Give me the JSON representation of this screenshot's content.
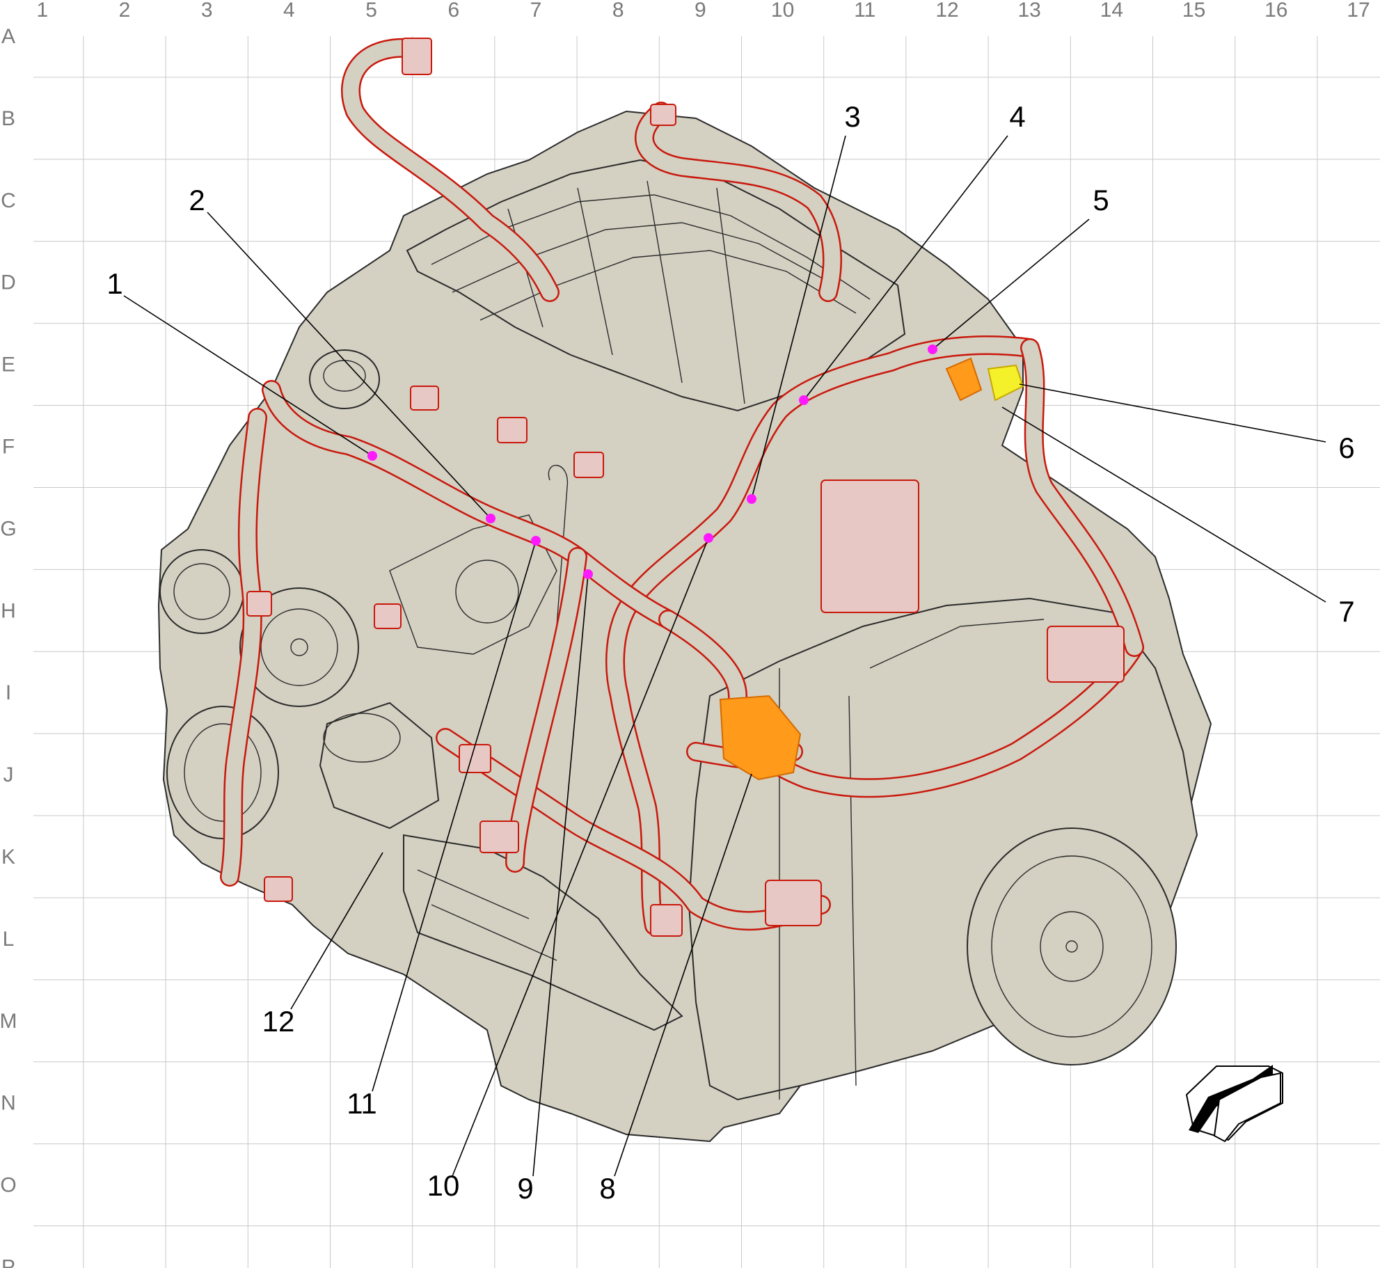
{
  "grid": {
    "columns": [
      "1",
      "2",
      "3",
      "4",
      "5",
      "6",
      "7",
      "8",
      "9",
      "10",
      "11",
      "12",
      "13",
      "14",
      "15",
      "16",
      "17"
    ],
    "rows": [
      "A",
      "B",
      "C",
      "D",
      "E",
      "F",
      "G",
      "H",
      "I",
      "J",
      "K",
      "L",
      "M",
      "N",
      "O",
      "P"
    ]
  },
  "callouts": [
    {
      "label": "1"
    },
    {
      "label": "2"
    },
    {
      "label": "3"
    },
    {
      "label": "4"
    },
    {
      "label": "5"
    },
    {
      "label": "6"
    },
    {
      "label": "7"
    },
    {
      "label": "8"
    },
    {
      "label": "9"
    },
    {
      "label": "10"
    },
    {
      "label": "11"
    },
    {
      "label": "12"
    }
  ],
  "colors": {
    "harness": "#c9180c",
    "engine_body": "#d4d0c2",
    "callout_dot": "#ff19ff",
    "highlight_orange": "#ff9a1a",
    "highlight_yellow": "#f4f02a",
    "grid": "#c8c8c8"
  },
  "icons": {
    "orientation": "front-arrow-icon"
  }
}
